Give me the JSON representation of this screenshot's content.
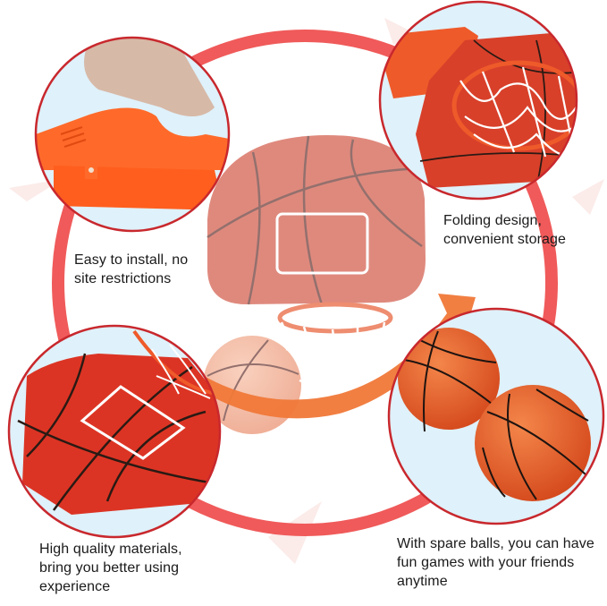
{
  "product": {
    "subject": "Mini over-the-door basketball hoop set",
    "colors": {
      "ring": "#f05a5a",
      "circle_border": "#c8282d",
      "circle_bg": "#dff1fa",
      "backboard": "#d8402a",
      "backboard_faded": "#d9786c",
      "ball": "#e8622c",
      "arrow": "#f07838",
      "seam": "#2a1a14",
      "clip": "#ff6a2a",
      "net": "#ffffff"
    }
  },
  "features": [
    {
      "id": "easy-install",
      "image": "clip-mount-closeup",
      "caption_lines": [
        "Easy to install, no",
        "site restrictions"
      ]
    },
    {
      "id": "folding-design",
      "image": "hoop-folded-closeup",
      "caption_lines": [
        "Folding design,",
        "convenient storage"
      ]
    },
    {
      "id": "quality-materials",
      "image": "backboard-closeup",
      "caption_lines": [
        "High quality materials,",
        "bring you better using",
        "experience"
      ]
    },
    {
      "id": "spare-balls",
      "image": "two-mini-balls",
      "caption_lines": [
        "With spare balls, you can have",
        "fun games with your friends",
        "anytime"
      ]
    }
  ]
}
